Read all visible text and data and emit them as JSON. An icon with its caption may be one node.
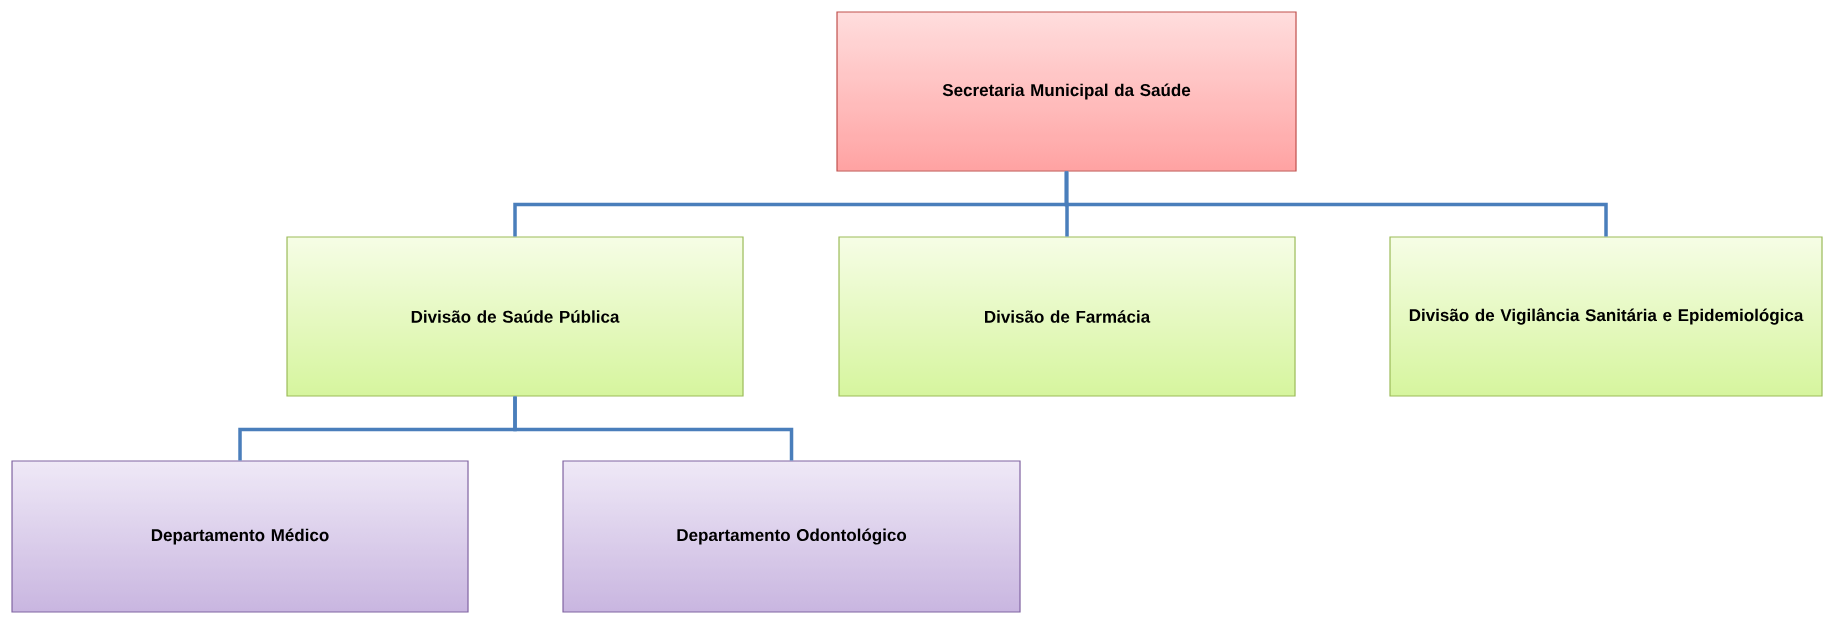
{
  "diagram": {
    "nodes": [
      {
        "text": [
          "Secretaria Municipal da Saúde"
        ]
      },
      {
        "text": [
          "Divisão de Saúde Pública"
        ]
      },
      {
        "text": [
          "Divisão de Farmácia"
        ]
      },
      {
        "text": [
          "Divisão de Vigilância Sanitária e Epidemiológica"
        ]
      },
      {
        "text": [
          "Departamento Médico"
        ]
      },
      {
        "text": [
          "Departamento Odontológico"
        ]
      }
    ],
    "edges": [
      {
        "from": 0,
        "to": 1,
        "arrow": "none"
      },
      {
        "from": 0,
        "to": 2,
        "arrow": "none"
      },
      {
        "from": 0,
        "to": 3,
        "arrow": "none"
      },
      {
        "from": 1,
        "to": 4,
        "arrow": "none"
      },
      {
        "from": 1,
        "to": 5,
        "arrow": "none"
      }
    ]
  }
}
